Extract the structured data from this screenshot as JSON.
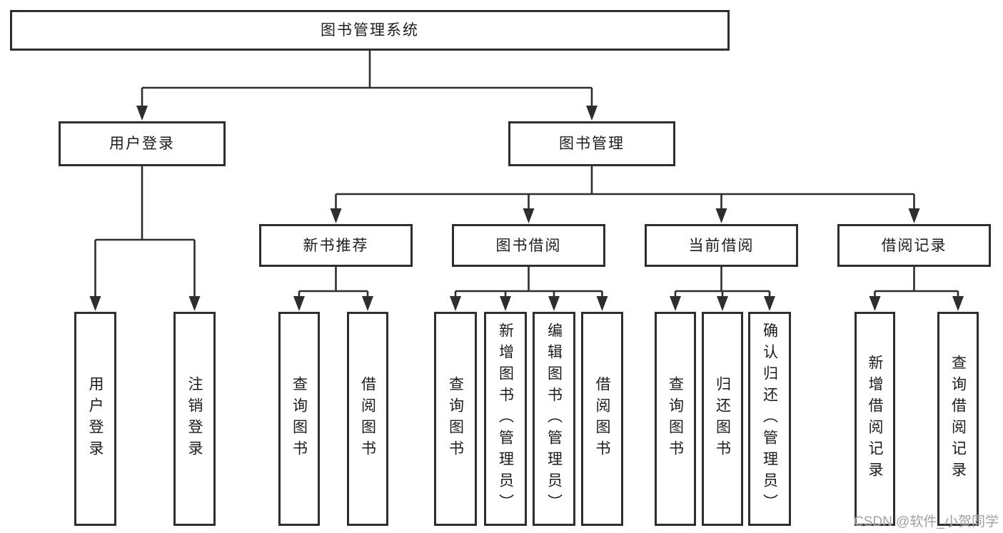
{
  "diagram": {
    "type": "hierarchy-flowchart",
    "root": {
      "label": "图书管理系统"
    },
    "branches": [
      {
        "label": "用户登录",
        "leaves": [
          {
            "label": "用户登录"
          },
          {
            "label": "注销登录"
          }
        ]
      },
      {
        "label": "图书管理",
        "groups": [
          {
            "label": "新书推荐",
            "leaves": [
              {
                "label": "查询图书"
              },
              {
                "label": "借阅图书"
              }
            ]
          },
          {
            "label": "图书借阅",
            "leaves": [
              {
                "label": "查询图书"
              },
              {
                "label": "新增图书（管理员）"
              },
              {
                "label": "编辑图书（管理员）"
              },
              {
                "label": "借阅图书"
              }
            ]
          },
          {
            "label": "当前借阅",
            "leaves": [
              {
                "label": "查询图书"
              },
              {
                "label": "归还图书"
              },
              {
                "label": "确认归还（管理员）"
              }
            ]
          },
          {
            "label": "借阅记录",
            "leaves": [
              {
                "label": "新增借阅记录"
              },
              {
                "label": "查询借阅记录"
              }
            ]
          }
        ]
      }
    ],
    "watermark": "CSDN @软件_小贺同学",
    "colors": {
      "line": "#2e2e2e",
      "text": "#1c1c1c",
      "background": "#ffffff",
      "watermark": "#9b9b9b"
    }
  }
}
